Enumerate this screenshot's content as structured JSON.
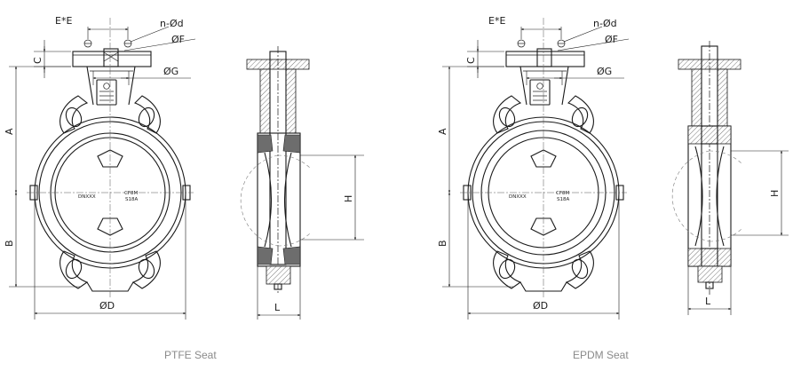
{
  "views": [
    {
      "id": "ptfe",
      "caption": "PTFE Seat",
      "labels": {
        "ee": "E*E",
        "nd": "n-Ød",
        "f": "ØF",
        "c": "C",
        "g": "ØG",
        "a": "A",
        "b": "B",
        "d": "ØD",
        "h": "H",
        "l": "L"
      },
      "marks": {
        "dn": "DNXXX",
        "material1": "CF8M",
        "material2": "S18A"
      }
    },
    {
      "id": "epdm",
      "caption": "EPDM Seat",
      "labels": {
        "ee": "E*E",
        "nd": "n-Ød",
        "f": "ØF",
        "c": "C",
        "g": "ØG",
        "a": "A",
        "b": "B",
        "d": "ØD",
        "h": "H",
        "l": "L"
      },
      "marks": {
        "dn": "DNXXX",
        "material1": "CF8M",
        "material2": "S18A"
      }
    }
  ]
}
